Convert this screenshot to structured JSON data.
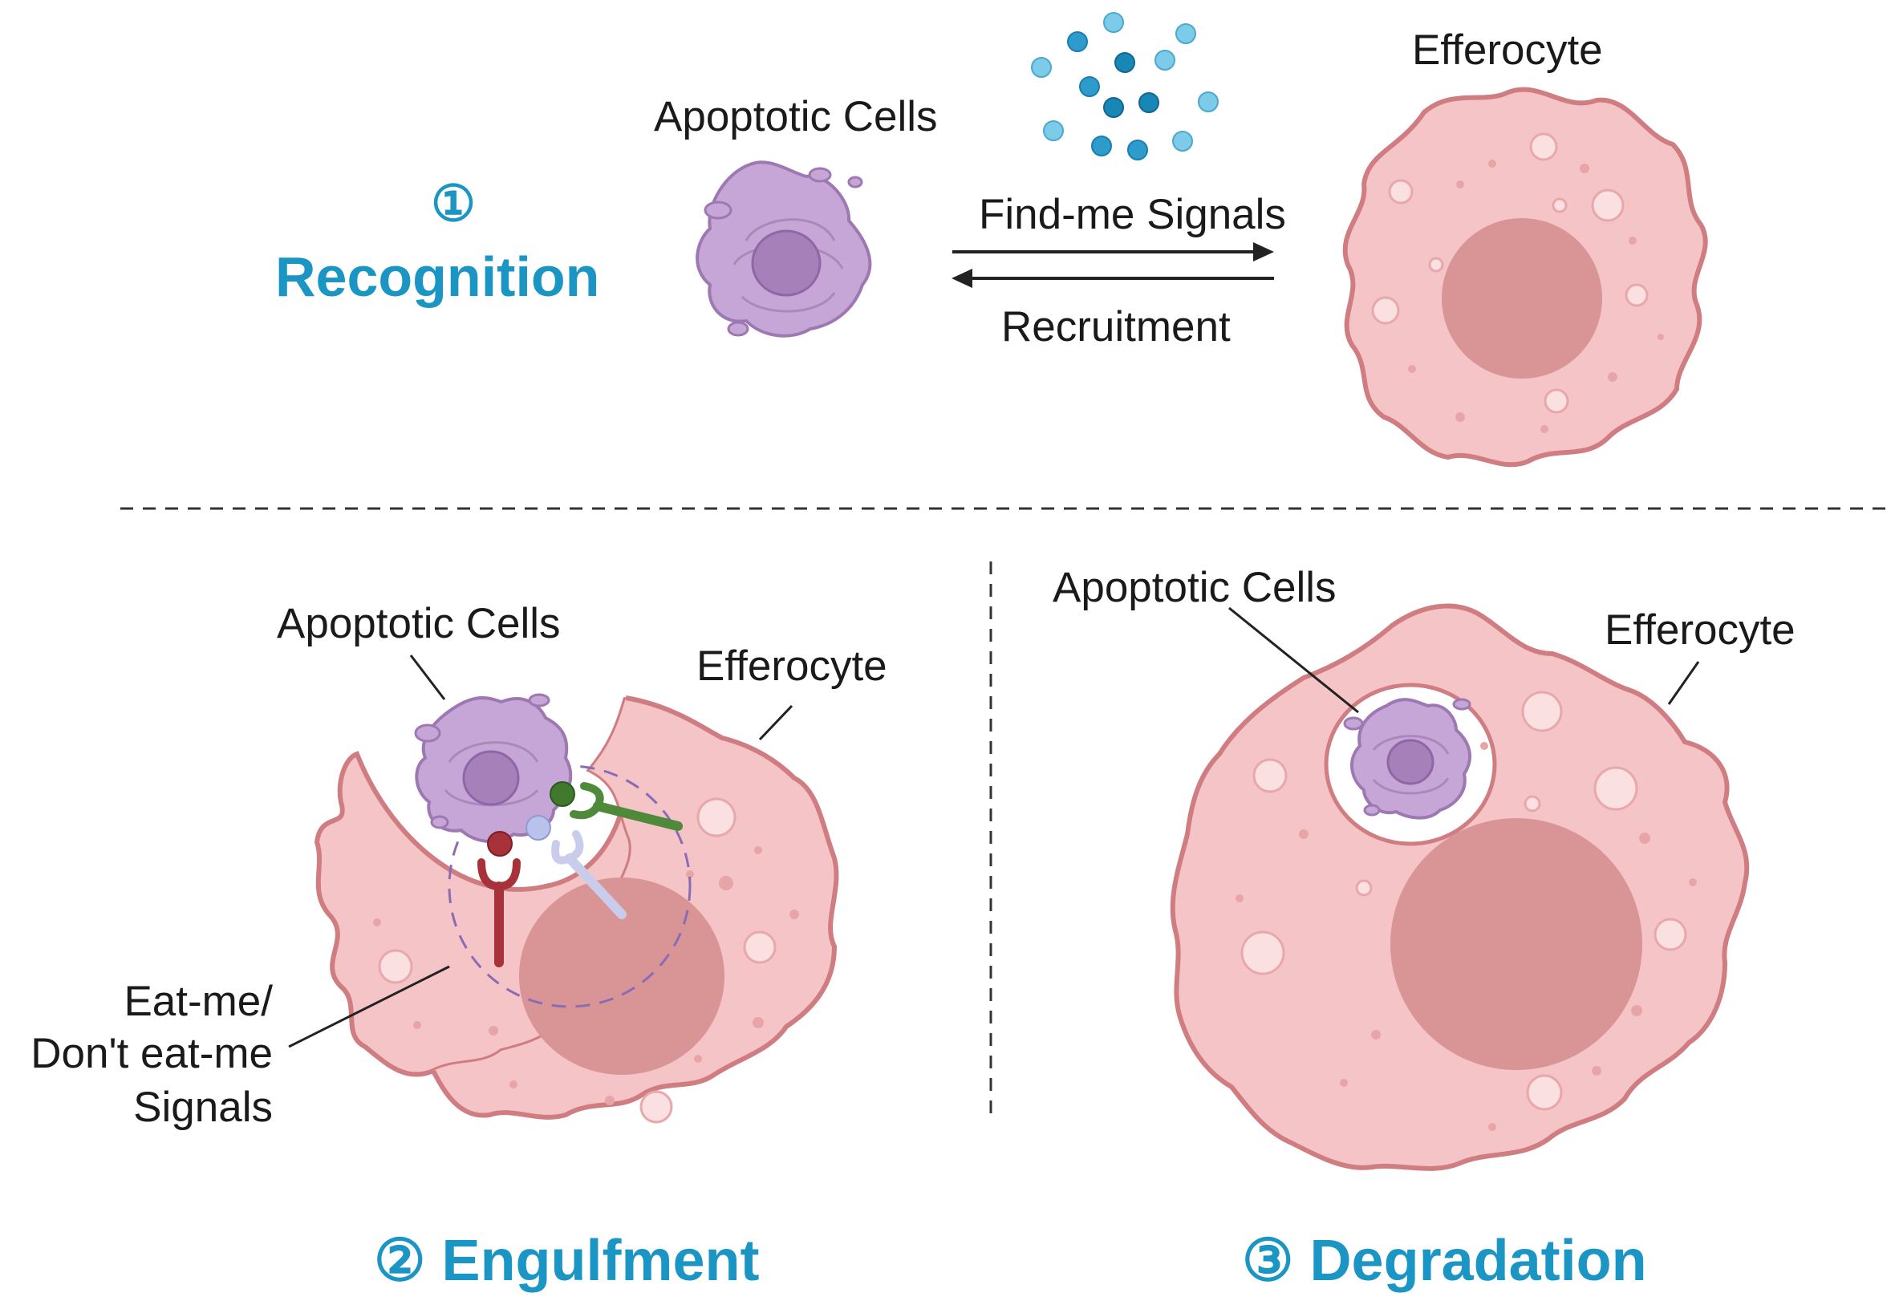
{
  "stages": {
    "recognition": {
      "number": "①",
      "label": "Recognition"
    },
    "engulfment": {
      "label": "② Engulfment"
    },
    "degradation": {
      "label": "③ Degradation"
    }
  },
  "labels": {
    "top_apoptotic_cells": "Apoptotic Cells",
    "top_efferocyte": "Efferocyte",
    "find_me_signals": "Find-me Signals",
    "recruitment": "Recruitment",
    "engulf_apoptotic_cells": "Apoptotic Cells",
    "engulf_efferocyte": "Efferocyte",
    "eat_me_line1": "Eat-me/",
    "eat_me_line2": "Don't eat-me",
    "eat_me_line3": "Signals",
    "degrade_apoptotic_cells": "Apoptotic Cells",
    "degrade_efferocyte": "Efferocyte"
  },
  "colors": {
    "stage_title": "#1b95c4",
    "efferocyte_fill": "#f5c4c6",
    "efferocyte_outline": "#d07d81",
    "nucleus": "#d99496",
    "apoptotic_fill": "#c6a6d6",
    "apoptotic_nucleus": "#a680b8",
    "signal_light": "#7ccbe8",
    "signal_dark": "#1986b8",
    "receptor_red": "#a8323a",
    "receptor_green": "#4e8a3a",
    "receptor_lavender": "#c9cdeb"
  }
}
